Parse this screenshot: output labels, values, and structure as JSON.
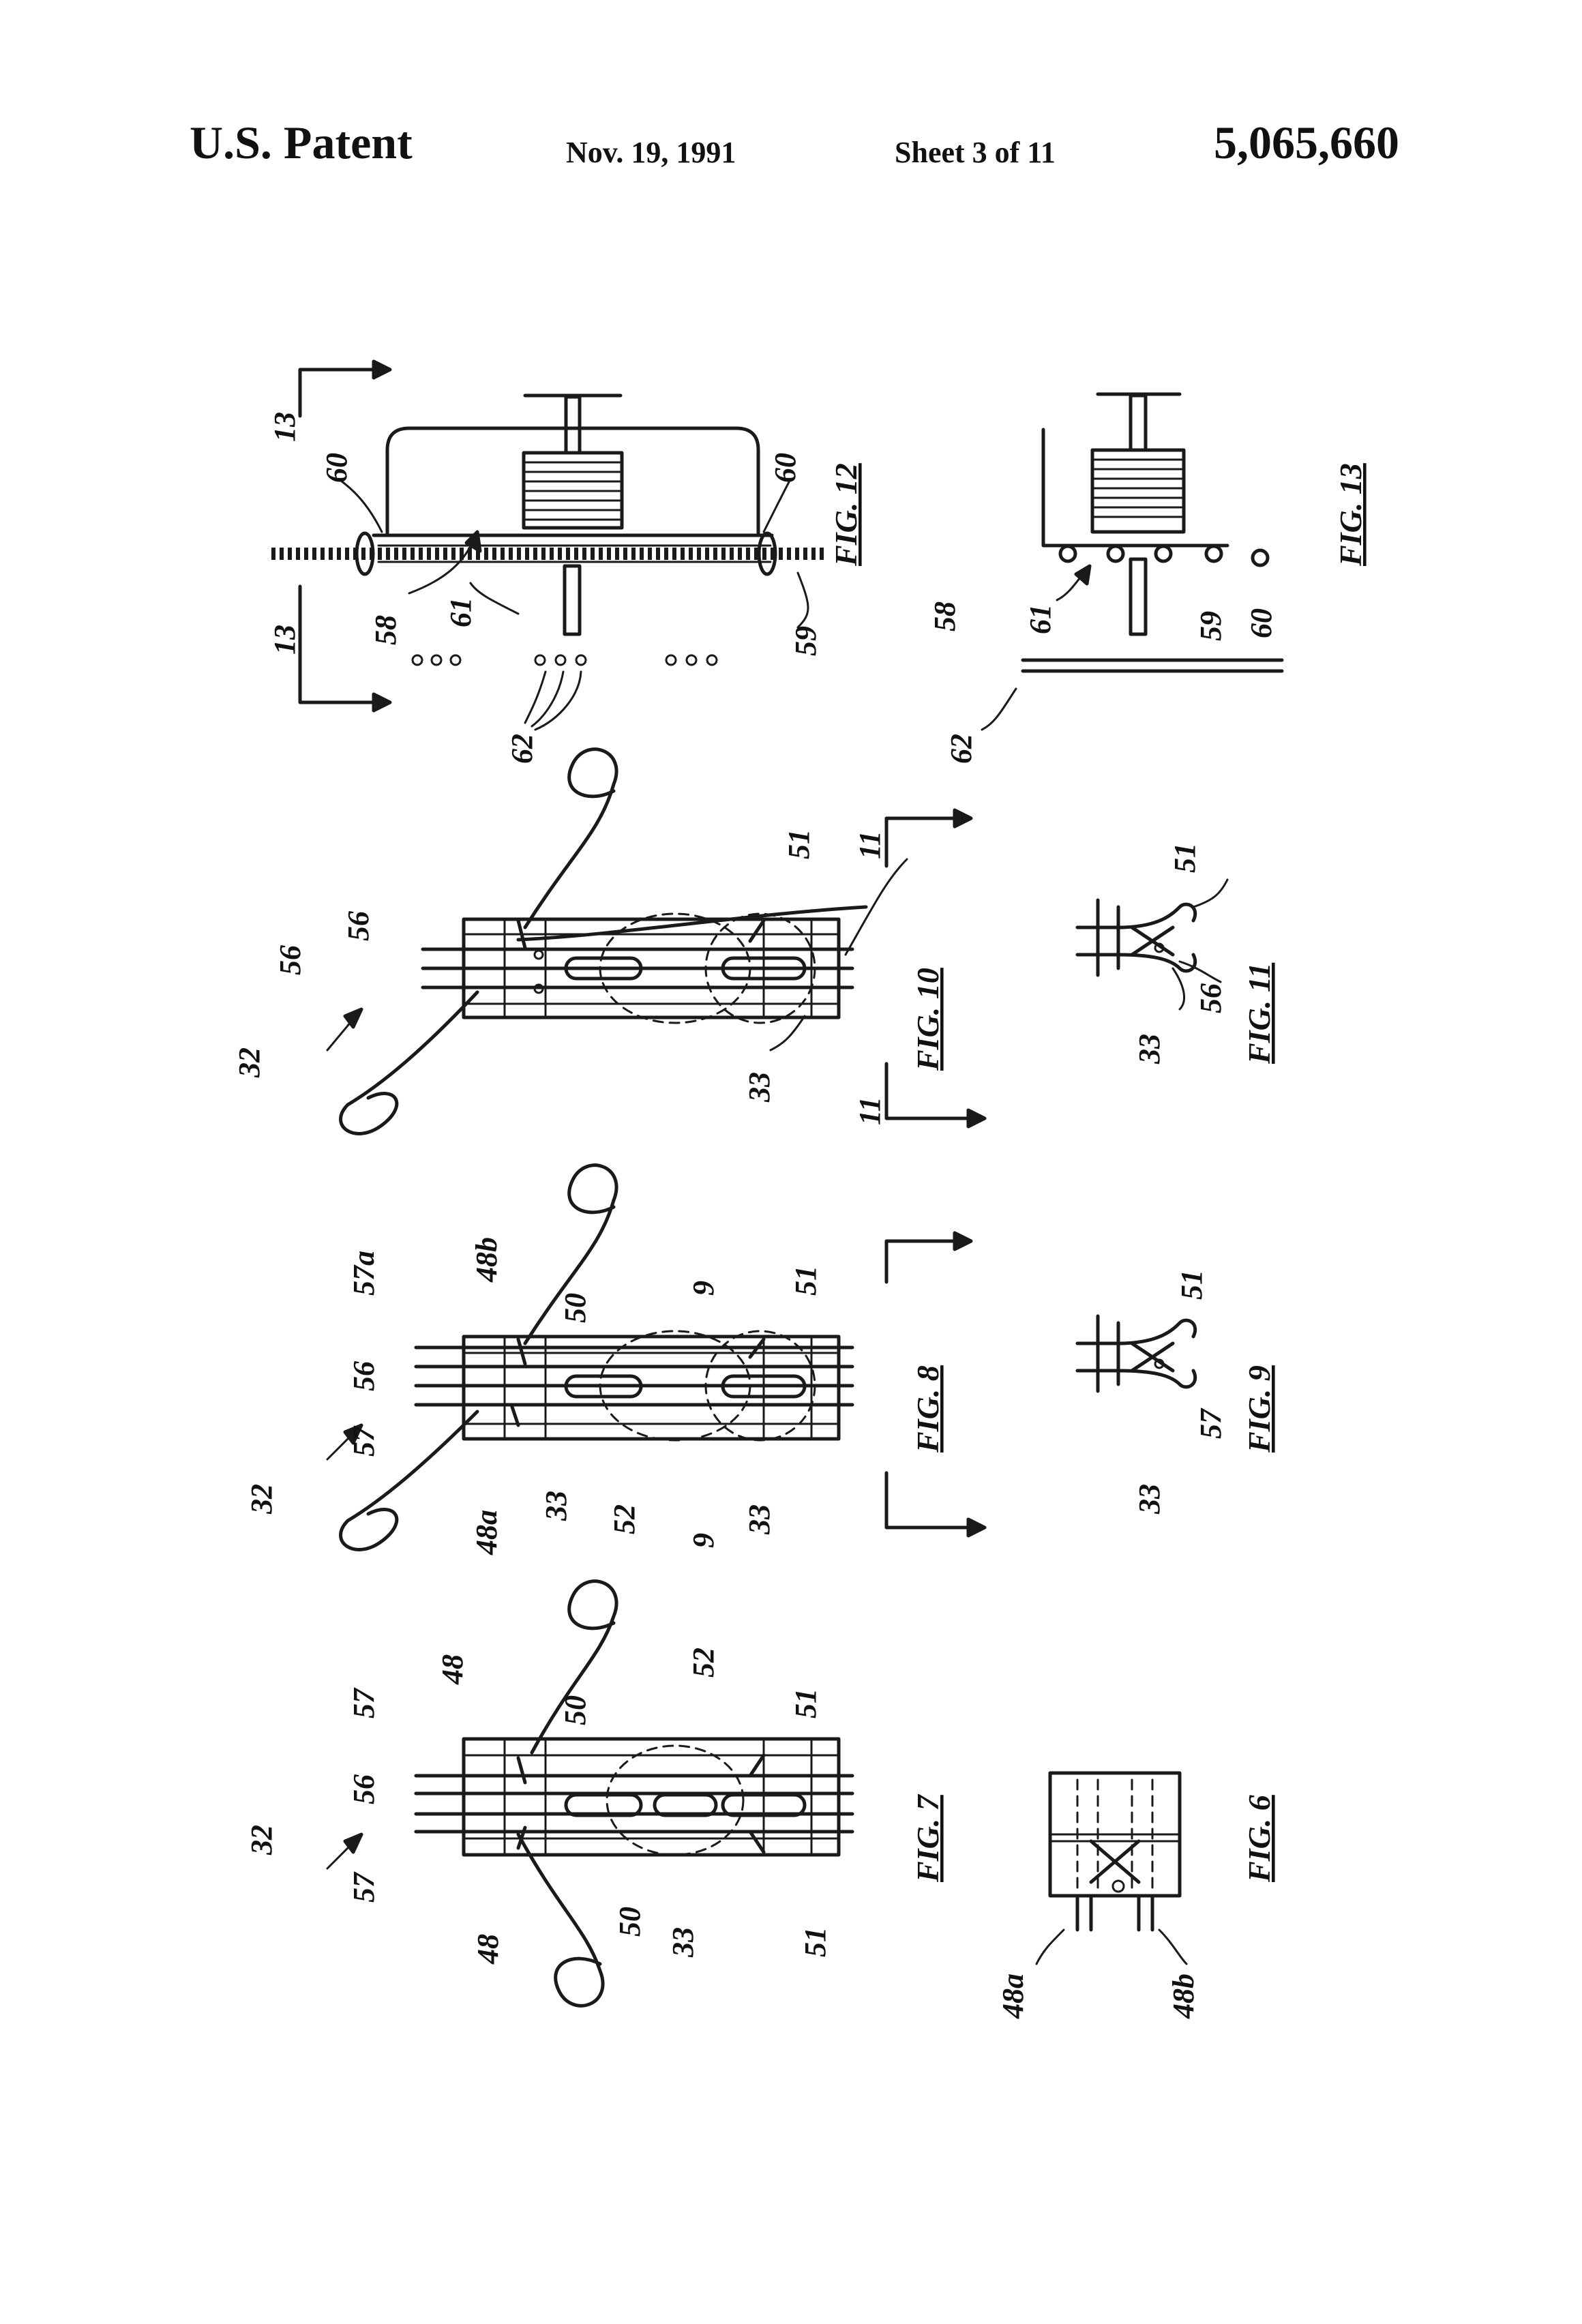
{
  "header": {
    "title": "U.S. Patent",
    "date": "Nov. 19, 1991",
    "sheet": "Sheet 3 of 11",
    "patent_number": "5,065,660"
  },
  "figures": {
    "fig12": "FIG. 12",
    "fig13": "FIG. 13",
    "fig10": "FIG. 10",
    "fig11": "FIG. 11",
    "fig8": "FIG. 8",
    "fig9": "FIG. 9",
    "fig7": "FIG. 7",
    "fig6": "FIG. 6"
  },
  "labels": {
    "r13a": "13",
    "r13b": "13",
    "r60a": "60",
    "r60b": "60",
    "r58": "58",
    "r61": "61",
    "r59": "59",
    "r62": "62",
    "r58b": "58",
    "r61b": "61",
    "r59b": "59",
    "r60c": "60",
    "r62b": "62",
    "r56a": "56",
    "r56b": "56",
    "r32a": "32",
    "r11a": "11",
    "r11b": "11",
    "r51a": "51",
    "r33a": "33",
    "r51b": "51",
    "r56c": "56",
    "r33b": "33",
    "r57a": "57a",
    "r48b": "48b",
    "r50a": "50",
    "r56d": "56",
    "r57b": "57",
    "r32b": "32",
    "r9a": "9",
    "r9b": "9",
    "r51c": "51",
    "r48a": "48a",
    "r33c": "33",
    "r52a": "52",
    "r33d": "33",
    "r51d": "51",
    "r57c": "57",
    "r33e": "33",
    "r57d": "57",
    "r48c": "48",
    "r52b": "52",
    "r50b": "50",
    "r51e": "51",
    "r56e": "56",
    "r32c": "32",
    "r57e": "57",
    "r48d": "48",
    "r50c": "50",
    "r33f": "33",
    "r51f": "51",
    "r48e": "48a",
    "r48f": "48b"
  }
}
